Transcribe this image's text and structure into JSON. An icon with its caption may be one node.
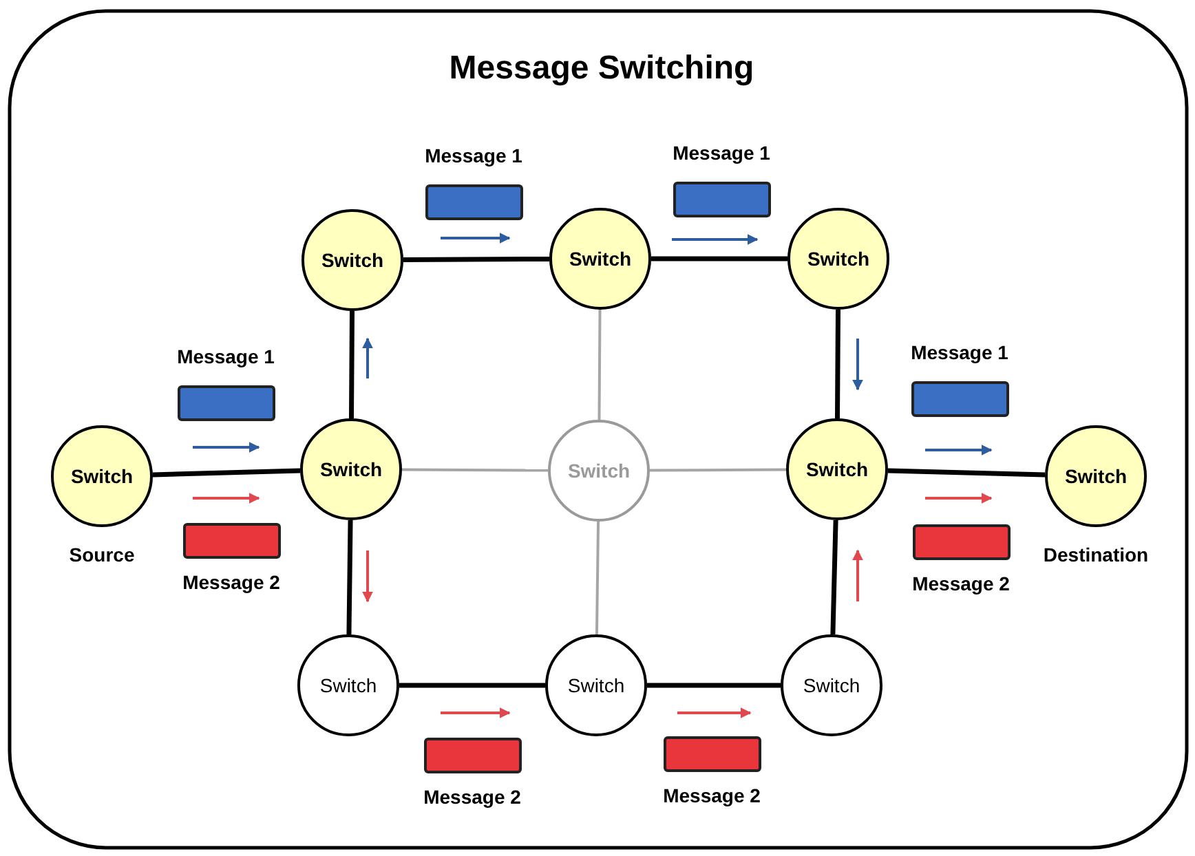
{
  "diagram": {
    "title": "Message Switching",
    "nodes": [
      {
        "text": [
          "Switch"
        ]
      },
      {
        "text": [
          "Switch"
        ]
      },
      {
        "text": [
          "Switch"
        ]
      },
      {
        "text": [
          "Switch"
        ],
        "beside": [
          "Source"
        ]
      },
      {
        "text": [
          "Switch"
        ]
      },
      {
        "text": [
          "Switch"
        ]
      },
      {
        "text": [
          "Switch"
        ]
      },
      {
        "text": [
          "Switch"
        ],
        "beside": [
          "Destination"
        ]
      },
      {
        "text": [
          "Switch"
        ]
      },
      {
        "text": [
          "Switch"
        ]
      },
      {
        "text": [
          "Switch"
        ]
      },
      {
        "text": [
          "Message 1"
        ]
      },
      {
        "text": [
          "Message 1"
        ]
      },
      {
        "text": [
          "Message 1"
        ]
      },
      {
        "text": [
          "Message 1"
        ]
      },
      {
        "text": [
          "Message 2"
        ]
      },
      {
        "text": [
          "Message 2"
        ]
      },
      {
        "text": [
          "Message 2"
        ]
      },
      {
        "text": [
          "Message 2"
        ]
      }
    ],
    "edges": [
      {
        "from": 3,
        "to": 4,
        "arrow": "none"
      },
      {
        "from": 4,
        "to": 0,
        "arrow": "none"
      },
      {
        "from": 0,
        "to": 1,
        "arrow": "none"
      },
      {
        "from": 1,
        "to": 2,
        "arrow": "none"
      },
      {
        "from": 2,
        "to": 6,
        "arrow": "none"
      },
      {
        "from": 6,
        "to": 7,
        "arrow": "none"
      },
      {
        "from": 4,
        "to": 8,
        "arrow": "none"
      },
      {
        "from": 8,
        "to": 9,
        "arrow": "none"
      },
      {
        "from": 9,
        "to": 10,
        "arrow": "none"
      },
      {
        "from": 10,
        "to": 6,
        "arrow": "none"
      },
      {
        "from": 4,
        "to": 5,
        "arrow": "none",
        "color": "#a6a6a6"
      },
      {
        "from": 5,
        "to": 6,
        "arrow": "none",
        "color": "#a6a6a6"
      },
      {
        "from": 1,
        "to": 5,
        "arrow": "none",
        "color": "#a6a6a6"
      },
      {
        "from": 5,
        "to": 9,
        "arrow": "none",
        "color": "#a6a6a6"
      }
    ]
  }
}
